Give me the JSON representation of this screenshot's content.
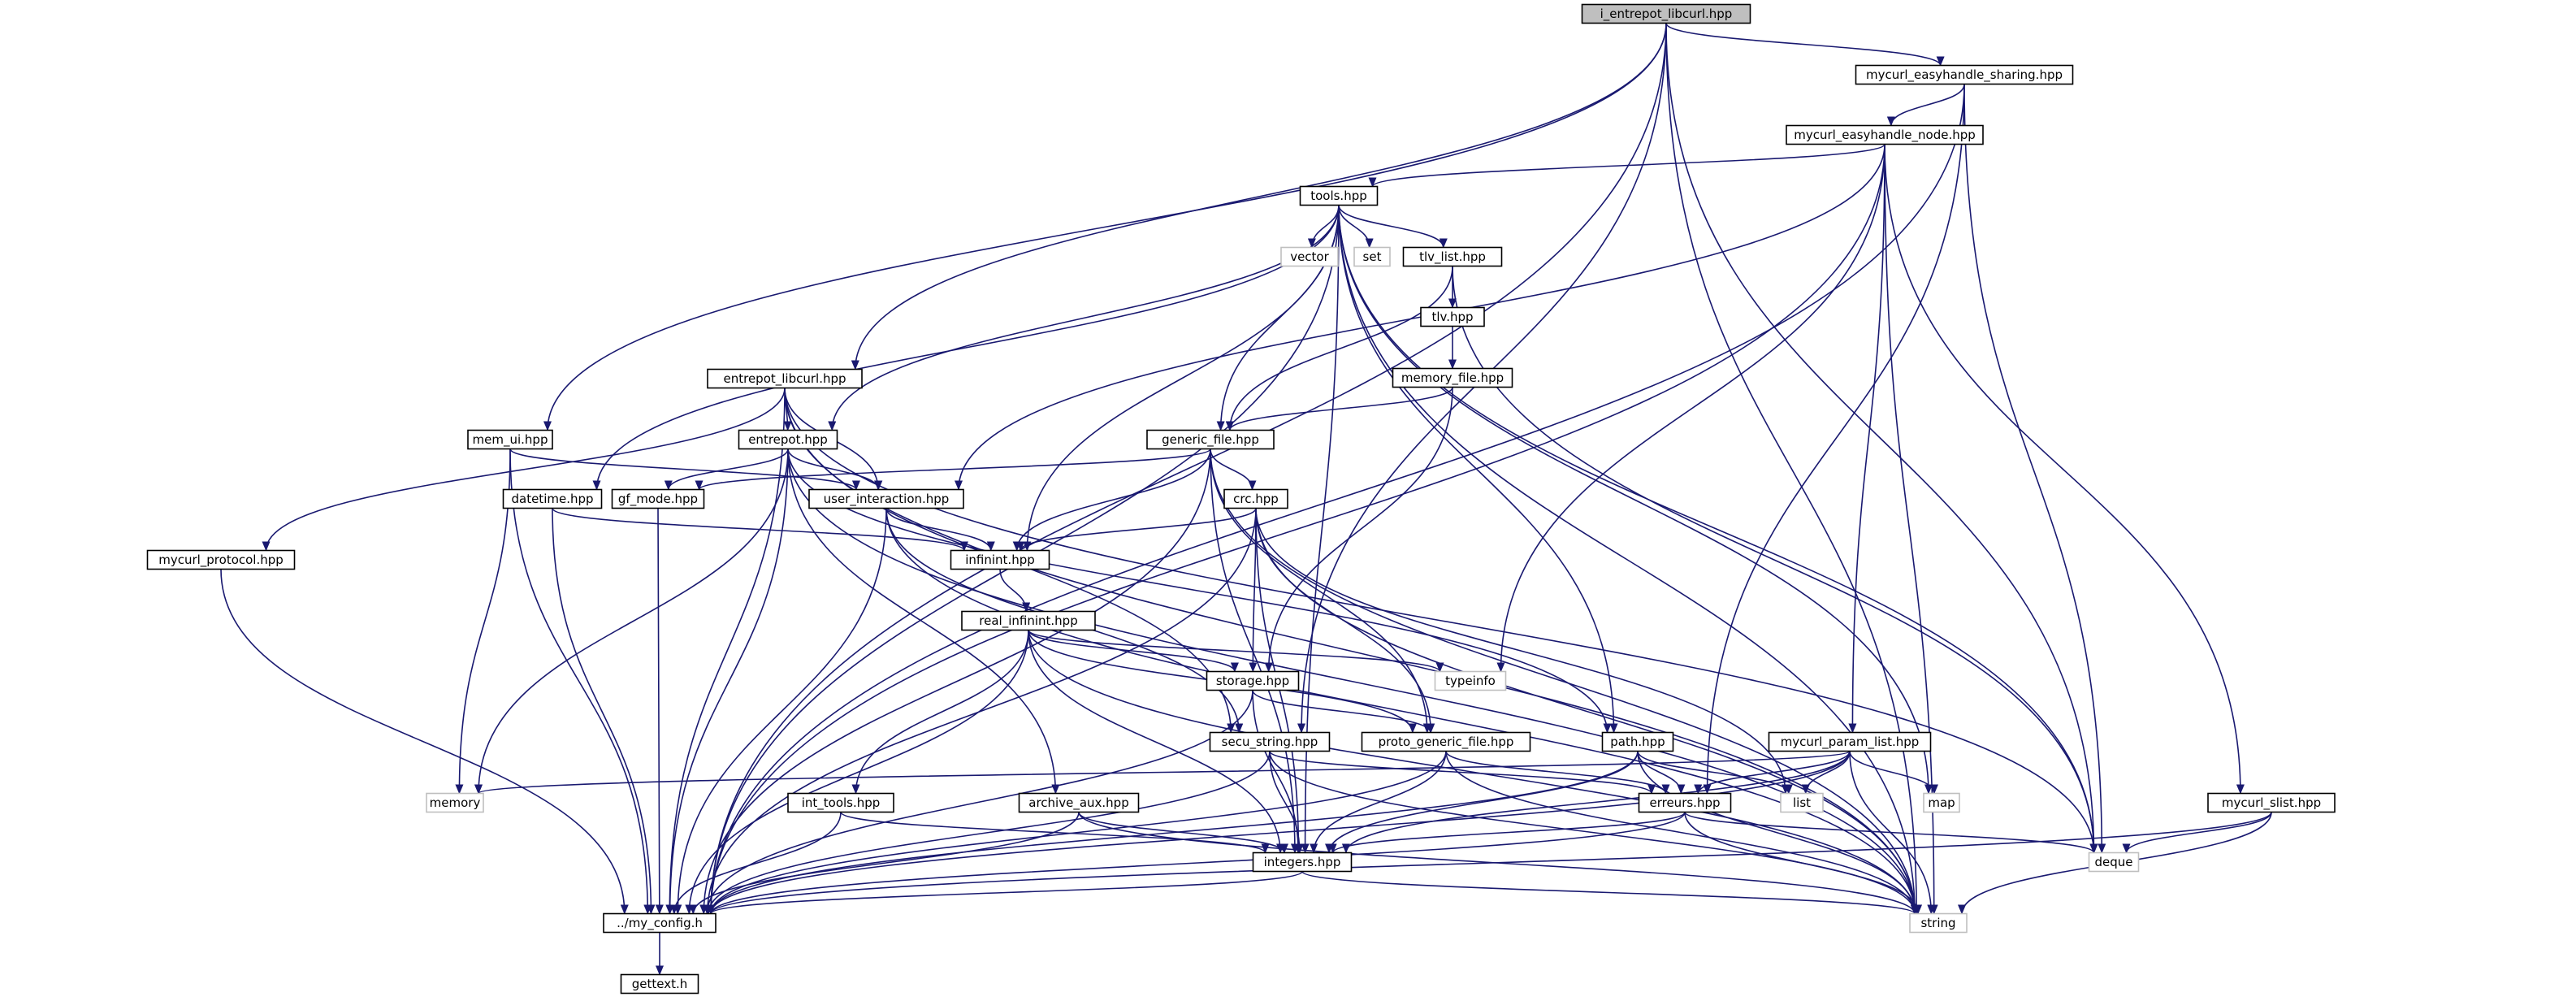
{
  "diagram": {
    "type": "include-dependency-graph",
    "edge_color": "#191970",
    "root_fill": "#bfbfbf",
    "system_header_border": "#bfbfbf",
    "nodes": [
      {
        "id": "i_entrepot_libcurl",
        "label": "i_entrepot_libcurl.hpp",
        "kind": "root"
      },
      {
        "id": "mycurl_easyhandle_sharing",
        "label": "mycurl_easyhandle_sharing.hpp",
        "kind": "file"
      },
      {
        "id": "mycurl_easyhandle_node",
        "label": "mycurl_easyhandle_node.hpp",
        "kind": "file"
      },
      {
        "id": "tools",
        "label": "tools.hpp",
        "kind": "file"
      },
      {
        "id": "vector",
        "label": "vector",
        "kind": "system"
      },
      {
        "id": "set",
        "label": "set",
        "kind": "system"
      },
      {
        "id": "tlv_list",
        "label": "tlv_list.hpp",
        "kind": "file"
      },
      {
        "id": "tlv",
        "label": "tlv.hpp",
        "kind": "file"
      },
      {
        "id": "memory_file",
        "label": "memory_file.hpp",
        "kind": "file"
      },
      {
        "id": "entrepot_libcurl",
        "label": "entrepot_libcurl.hpp",
        "kind": "file"
      },
      {
        "id": "entrepot",
        "label": "entrepot.hpp",
        "kind": "file"
      },
      {
        "id": "mem_ui",
        "label": "mem_ui.hpp",
        "kind": "file"
      },
      {
        "id": "generic_file",
        "label": "generic_file.hpp",
        "kind": "file"
      },
      {
        "id": "gf_mode",
        "label": "gf_mode.hpp",
        "kind": "file"
      },
      {
        "id": "datetime",
        "label": "datetime.hpp",
        "kind": "file"
      },
      {
        "id": "user_interaction",
        "label": "user_interaction.hpp",
        "kind": "file"
      },
      {
        "id": "crc",
        "label": "crc.hpp",
        "kind": "file"
      },
      {
        "id": "mycurl_protocol",
        "label": "mycurl_protocol.hpp",
        "kind": "file"
      },
      {
        "id": "infinint",
        "label": "infinint.hpp",
        "kind": "file"
      },
      {
        "id": "real_infinint",
        "label": "real_infinint.hpp",
        "kind": "file"
      },
      {
        "id": "storage",
        "label": "storage.hpp",
        "kind": "file"
      },
      {
        "id": "typeinfo",
        "label": "typeinfo",
        "kind": "system"
      },
      {
        "id": "secu_string",
        "label": "secu_string.hpp",
        "kind": "file"
      },
      {
        "id": "proto_generic_file",
        "label": "proto_generic_file.hpp",
        "kind": "file"
      },
      {
        "id": "path",
        "label": "path.hpp",
        "kind": "file"
      },
      {
        "id": "mycurl_param_list",
        "label": "mycurl_param_list.hpp",
        "kind": "file"
      },
      {
        "id": "memory",
        "label": "memory",
        "kind": "system"
      },
      {
        "id": "int_tools",
        "label": "int_tools.hpp",
        "kind": "file"
      },
      {
        "id": "archive_aux",
        "label": "archive_aux.hpp",
        "kind": "file"
      },
      {
        "id": "erreurs",
        "label": "erreurs.hpp",
        "kind": "file"
      },
      {
        "id": "list",
        "label": "list",
        "kind": "system"
      },
      {
        "id": "map",
        "label": "map",
        "kind": "system"
      },
      {
        "id": "mycurl_slist",
        "label": "mycurl_slist.hpp",
        "kind": "file"
      },
      {
        "id": "integers",
        "label": "integers.hpp",
        "kind": "file"
      },
      {
        "id": "deque",
        "label": "deque",
        "kind": "system"
      },
      {
        "id": "my_config",
        "label": "../my_config.h",
        "kind": "file"
      },
      {
        "id": "string",
        "label": "string",
        "kind": "system"
      },
      {
        "id": "gettext",
        "label": "gettext.h",
        "kind": "file"
      }
    ],
    "edges": [
      [
        "i_entrepot_libcurl",
        "mycurl_easyhandle_sharing"
      ],
      [
        "i_entrepot_libcurl",
        "entrepot_libcurl"
      ],
      [
        "i_entrepot_libcurl",
        "mem_ui"
      ],
      [
        "i_entrepot_libcurl",
        "my_config"
      ],
      [
        "i_entrepot_libcurl",
        "string"
      ],
      [
        "i_entrepot_libcurl",
        "deque"
      ],
      [
        "i_entrepot_libcurl",
        "secu_string"
      ],
      [
        "mycurl_easyhandle_sharing",
        "mycurl_easyhandle_node"
      ],
      [
        "mycurl_easyhandle_sharing",
        "my_config"
      ],
      [
        "mycurl_easyhandle_sharing",
        "deque"
      ],
      [
        "mycurl_easyhandle_sharing",
        "erreurs"
      ],
      [
        "mycurl_easyhandle_node",
        "tools"
      ],
      [
        "mycurl_easyhandle_node",
        "my_config"
      ],
      [
        "mycurl_easyhandle_node",
        "user_interaction"
      ],
      [
        "mycurl_easyhandle_node",
        "typeinfo"
      ],
      [
        "mycurl_easyhandle_node",
        "mycurl_param_list"
      ],
      [
        "mycurl_easyhandle_node",
        "mycurl_slist"
      ],
      [
        "mycurl_easyhandle_node",
        "string"
      ],
      [
        "tools",
        "vector"
      ],
      [
        "tools",
        "set"
      ],
      [
        "tools",
        "tlv_list"
      ],
      [
        "tools",
        "generic_file"
      ],
      [
        "tools",
        "entrepot"
      ],
      [
        "tools",
        "datetime"
      ],
      [
        "tools",
        "my_config"
      ],
      [
        "tools",
        "infinint"
      ],
      [
        "tools",
        "integers"
      ],
      [
        "tools",
        "path"
      ],
      [
        "tools",
        "map"
      ],
      [
        "tools",
        "deque"
      ],
      [
        "tools",
        "string"
      ],
      [
        "tlv_list",
        "tlv"
      ],
      [
        "tlv_list",
        "generic_file"
      ],
      [
        "tlv_list",
        "deque"
      ],
      [
        "tlv",
        "memory_file"
      ],
      [
        "memory_file",
        "generic_file"
      ],
      [
        "memory_file",
        "storage"
      ],
      [
        "entrepot_libcurl",
        "entrepot"
      ],
      [
        "entrepot_libcurl",
        "mycurl_protocol"
      ],
      [
        "entrepot_libcurl",
        "user_interaction"
      ],
      [
        "entrepot_libcurl",
        "secu_string"
      ],
      [
        "entrepot_libcurl",
        "my_config"
      ],
      [
        "entrepot_libcurl",
        "string"
      ],
      [
        "entrepot_libcurl",
        "deque"
      ],
      [
        "entrepot",
        "gf_mode"
      ],
      [
        "entrepot",
        "user_interaction"
      ],
      [
        "entrepot",
        "memory"
      ],
      [
        "entrepot",
        "archive_aux"
      ],
      [
        "entrepot",
        "path"
      ],
      [
        "entrepot",
        "my_config"
      ],
      [
        "entrepot",
        "string"
      ],
      [
        "mem_ui",
        "user_interaction"
      ],
      [
        "mem_ui",
        "memory"
      ],
      [
        "mem_ui",
        "my_config"
      ],
      [
        "generic_file",
        "crc"
      ],
      [
        "generic_file",
        "infinint"
      ],
      [
        "generic_file",
        "gf_mode"
      ],
      [
        "generic_file",
        "proto_generic_file"
      ],
      [
        "generic_file",
        "integers"
      ],
      [
        "generic_file",
        "my_config"
      ],
      [
        "generic_file",
        "string"
      ],
      [
        "gf_mode",
        "my_config"
      ],
      [
        "datetime",
        "infinint"
      ],
      [
        "datetime",
        "my_config"
      ],
      [
        "user_interaction",
        "infinint"
      ],
      [
        "user_interaction",
        "secu_string"
      ],
      [
        "user_interaction",
        "my_config"
      ],
      [
        "user_interaction",
        "string"
      ],
      [
        "crc",
        "infinint"
      ],
      [
        "crc",
        "storage"
      ],
      [
        "crc",
        "proto_generic_file"
      ],
      [
        "crc",
        "integers"
      ],
      [
        "crc",
        "list"
      ],
      [
        "crc",
        "my_config"
      ],
      [
        "crc",
        "string"
      ],
      [
        "mycurl_protocol",
        "my_config"
      ],
      [
        "infinint",
        "real_infinint"
      ],
      [
        "real_infinint",
        "storage"
      ],
      [
        "real_infinint",
        "typeinfo"
      ],
      [
        "real_infinint",
        "int_tools"
      ],
      [
        "real_infinint",
        "integers"
      ],
      [
        "real_infinint",
        "proto_generic_file"
      ],
      [
        "real_infinint",
        "my_config"
      ],
      [
        "real_infinint",
        "string"
      ],
      [
        "storage",
        "proto_generic_file"
      ],
      [
        "storage",
        "integers"
      ],
      [
        "storage",
        "my_config"
      ],
      [
        "secu_string",
        "integers"
      ],
      [
        "secu_string",
        "erreurs"
      ],
      [
        "secu_string",
        "my_config"
      ],
      [
        "secu_string",
        "string"
      ],
      [
        "proto_generic_file",
        "erreurs"
      ],
      [
        "proto_generic_file",
        "integers"
      ],
      [
        "proto_generic_file",
        "my_config"
      ],
      [
        "proto_generic_file",
        "string"
      ],
      [
        "path",
        "erreurs"
      ],
      [
        "path",
        "list"
      ],
      [
        "path",
        "integers"
      ],
      [
        "path",
        "my_config"
      ],
      [
        "path",
        "string"
      ],
      [
        "mycurl_param_list",
        "erreurs"
      ],
      [
        "mycurl_param_list",
        "list"
      ],
      [
        "mycurl_param_list",
        "map"
      ],
      [
        "mycurl_param_list",
        "memory"
      ],
      [
        "mycurl_param_list",
        "integers"
      ],
      [
        "mycurl_param_list",
        "my_config"
      ],
      [
        "mycurl_param_list",
        "string"
      ],
      [
        "int_tools",
        "integers"
      ],
      [
        "int_tools",
        "my_config"
      ],
      [
        "archive_aux",
        "integers"
      ],
      [
        "archive_aux",
        "my_config"
      ],
      [
        "archive_aux",
        "string"
      ],
      [
        "erreurs",
        "integers"
      ],
      [
        "erreurs",
        "deque"
      ],
      [
        "erreurs",
        "my_config"
      ],
      [
        "erreurs",
        "string"
      ],
      [
        "mycurl_slist",
        "deque"
      ],
      [
        "mycurl_slist",
        "my_config"
      ],
      [
        "mycurl_slist",
        "string"
      ],
      [
        "integers",
        "my_config"
      ],
      [
        "integers",
        "string"
      ],
      [
        "my_config",
        "gettext"
      ]
    ]
  }
}
